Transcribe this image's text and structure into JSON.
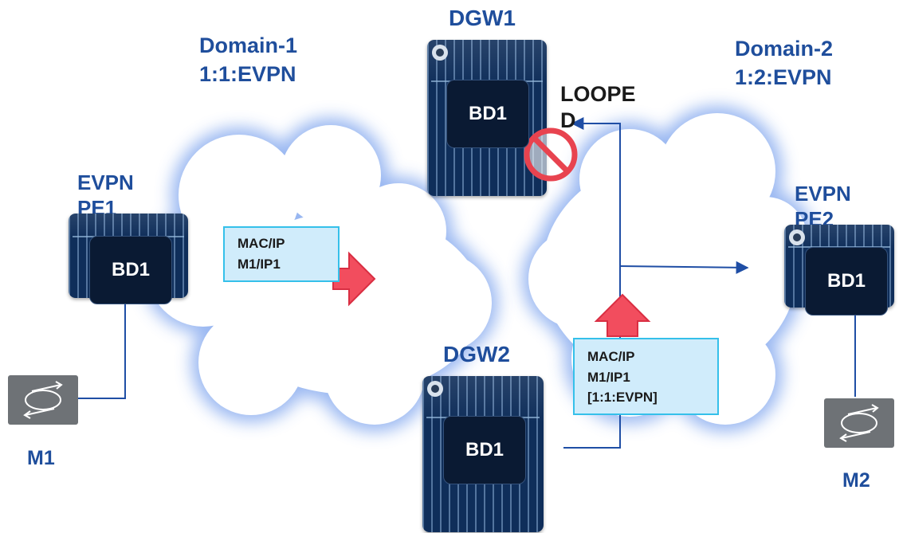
{
  "domains": [
    {
      "line1": "Domain-1",
      "line2": "1:1:EVPN"
    },
    {
      "line1": "Domain-2",
      "line2": "1:2:EVPN"
    }
  ],
  "gateways": {
    "dgw1": {
      "title": "DGW1",
      "bd": "BD1"
    },
    "dgw2": {
      "title": "DGW2",
      "bd": "BD1"
    }
  },
  "pe_nodes": {
    "pe1": {
      "line1": "EVPN",
      "line2": "PE1",
      "bd": "BD1"
    },
    "pe2": {
      "line1": "EVPN",
      "line2": "PE2",
      "bd": "BD1"
    }
  },
  "hosts": {
    "m1": "M1",
    "m2": "M2"
  },
  "messages": {
    "left": {
      "line1": "MAC/IP",
      "line2": "M1/IP1"
    },
    "right": {
      "line1": "MAC/IP",
      "line2": "M1/IP1",
      "line3": "[1:1:EVPN]"
    }
  },
  "looped_label": {
    "line1": "LOOPE",
    "line2": "D"
  },
  "colors": {
    "label_blue": "#1f4e9c",
    "device_blue": "#0f2e5a",
    "cloud_glow": "#8fb0f0",
    "arrow_red": "#f24d5e",
    "connector": "#1f4ea5",
    "prohibit_red": "#e8434f",
    "message_fill": "#d0ecfb",
    "message_border": "#35c0ea"
  },
  "icons": {
    "prohibit": "prohibit-icon",
    "host": "host-exchange-icon",
    "arrow": "red-arrow-icon"
  }
}
